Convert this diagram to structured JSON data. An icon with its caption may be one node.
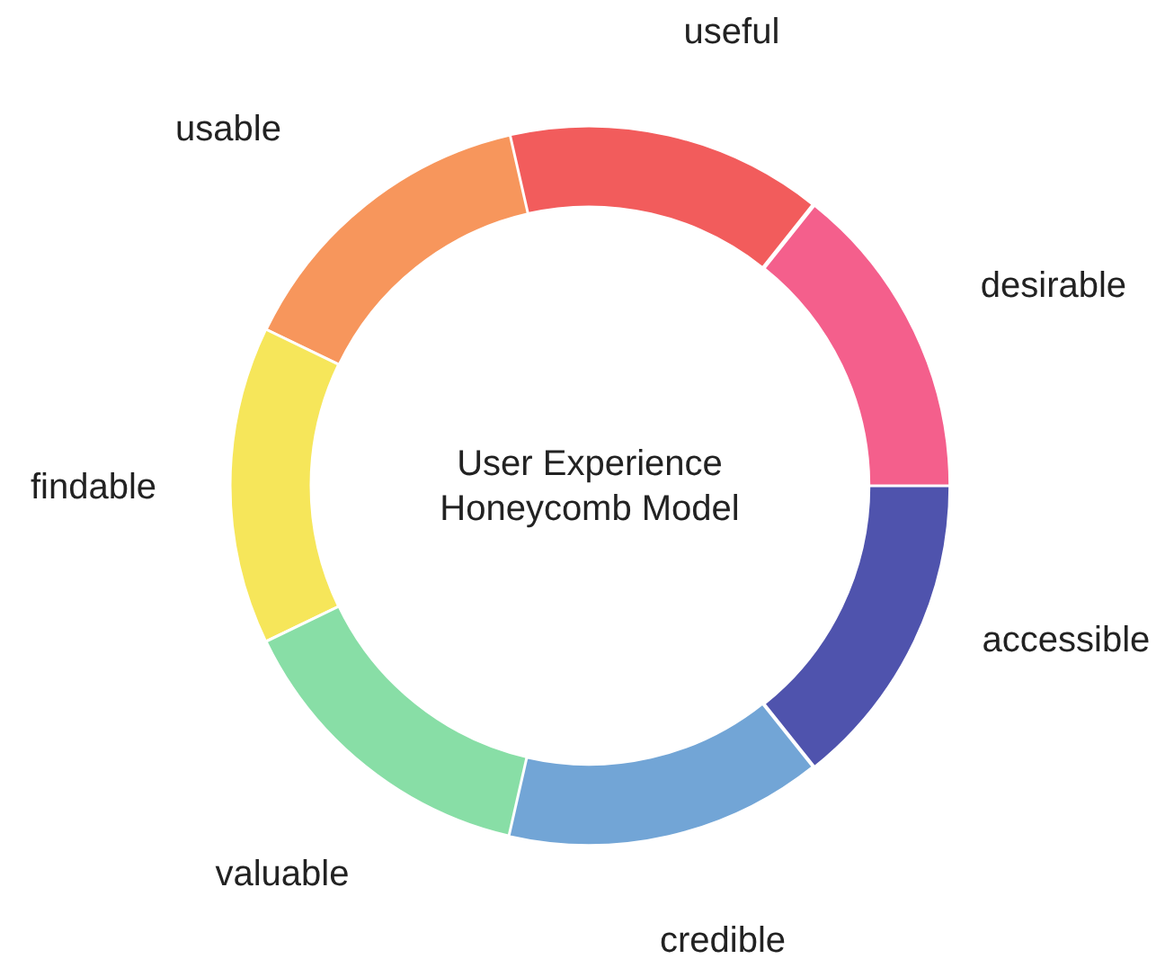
{
  "diagram": {
    "title": "User Experience Honeycomb Model",
    "nodes": [
      {
        "text": [
          "useful"
        ]
      },
      {
        "text": [
          "usable"
        ]
      },
      {
        "text": [
          "desirable"
        ]
      },
      {
        "text": [
          "findable"
        ]
      },
      {
        "text": [
          "accessible"
        ]
      },
      {
        "text": [
          "valuable"
        ]
      },
      {
        "text": [
          "credible"
        ]
      }
    ]
  }
}
